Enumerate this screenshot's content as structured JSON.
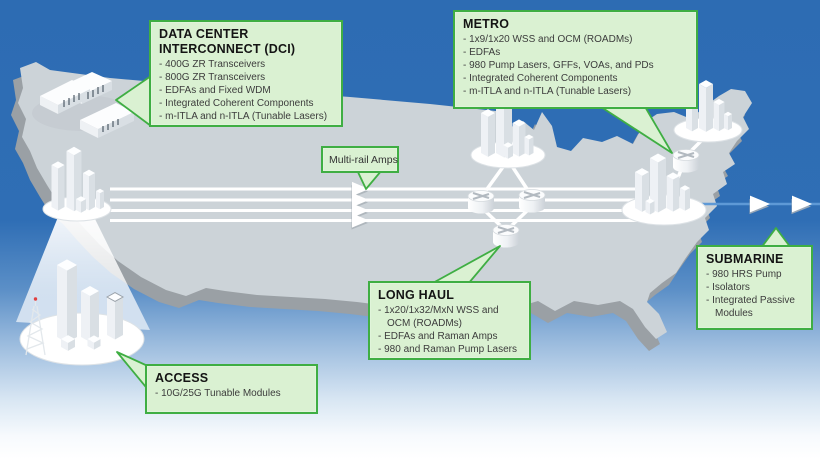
{
  "colors": {
    "background_top": "#2e6db4",
    "background_bottom": "#ffffff",
    "map_fill": "#ccd3d8",
    "map_side": "#9aa0a5",
    "callout_fill": "#daf1d2",
    "callout_border": "#3fae43",
    "fiber_line": "#ffffff",
    "submarine_line": "#5e99d6"
  },
  "callouts": {
    "dci": {
      "title": "DATA CENTER INTERCONNECT (DCI)",
      "items": [
        "- 400G ZR Transceivers",
        "- 800G ZR Transceivers",
        "- EDFAs and Fixed WDM",
        "- Integrated Coherent Components",
        "- m-ITLA and n-ITLA (Tunable Lasers)"
      ]
    },
    "metro": {
      "title": "METRO",
      "items": [
        "- 1x9/1x20 WSS and OCM (ROADMs)",
        "- EDFAs",
        "- 980 Pump Lasers, GFFs, VOAs, and PDs",
        "- Integrated Coherent Components",
        "- m-ITLA and n-ITLA (Tunable Lasers)"
      ]
    },
    "multirail": {
      "title": "Multi-rail Amps"
    },
    "longhaul": {
      "title": "LONG HAUL",
      "items": [
        "- 1x20/1x32/MxN WSS and OCM (ROADMs)",
        "- EDFAs and Raman Amps",
        "- 980 and Raman Pump Lasers"
      ]
    },
    "access": {
      "title": "ACCESS",
      "items": [
        "- 10G/25G Tunable Modules"
      ]
    },
    "submarine": {
      "title": "SUBMARINE",
      "items": [
        "- 980 HRS Pump",
        "- Isolators",
        "- Integrated Passive Modules"
      ]
    }
  }
}
